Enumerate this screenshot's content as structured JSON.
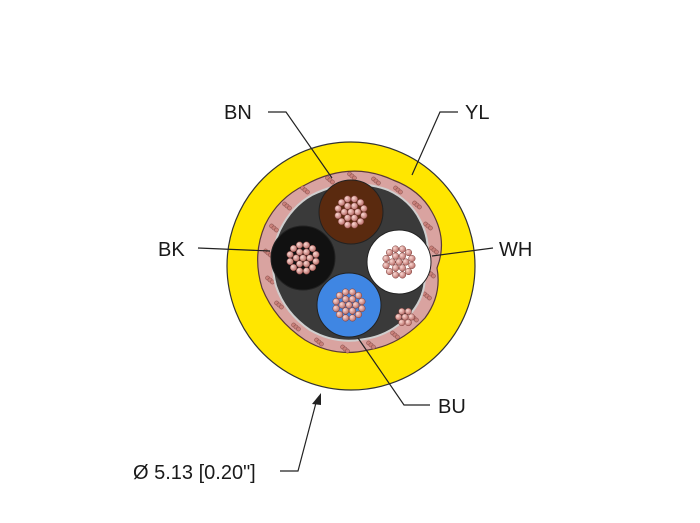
{
  "labels": {
    "bn": "BN",
    "yl": "YL",
    "bk": "BK",
    "wh": "WH",
    "bu": "BU"
  },
  "dimension": "Ø 5.13 [0.20\"]",
  "colors": {
    "jacket": "#FFE600",
    "brown": "#5A2A0F",
    "black": "#111111",
    "white": "#FFFFFF",
    "blue": "#3F86E3",
    "filler": "#3A3A3A",
    "shield_braid": "#D9A3A0",
    "strand": "#E8A9A3"
  }
}
